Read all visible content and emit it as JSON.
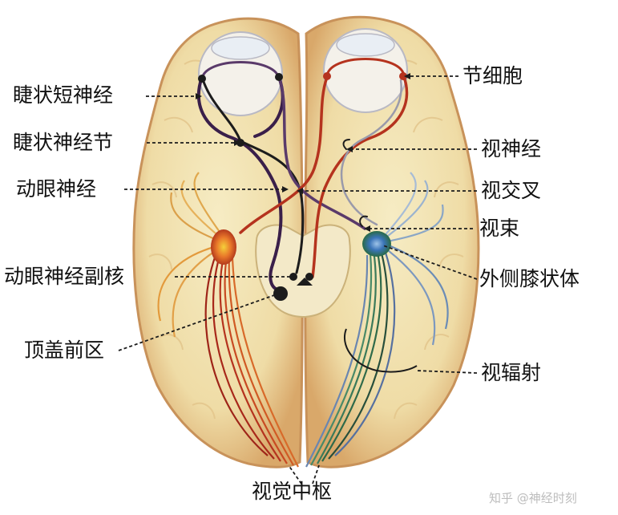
{
  "labels": {
    "ciliary_short_nerves": "睫状短神经",
    "ciliary_ganglion": "睫状神经节",
    "oculomotor_nerve": "动眼神经",
    "oculomotor_accessory_nucleus": "动眼神经副核",
    "pretectal_area": "顶盖前区",
    "ganglion_cells": "节细胞",
    "optic_nerve": "视神经",
    "optic_chiasm": "视交叉",
    "optic_tract": "视束",
    "lateral_geniculate_body": "外侧膝状体",
    "optic_radiation": "视辐射",
    "visual_center": "视觉中枢"
  },
  "watermark": "知乎 @神经时刻",
  "colors": {
    "brain_fill": "#f1e3b3",
    "cortex_rim": "#d9a86a",
    "oculomotor_path": "#3a1f4a",
    "optic_red": "#b5331e",
    "radiation_green": "#2f6a4a",
    "radiation_blue": "#5670a0",
    "lgb_blue": "#2d5fa8",
    "pretectal_orange": "#e06a1c"
  }
}
